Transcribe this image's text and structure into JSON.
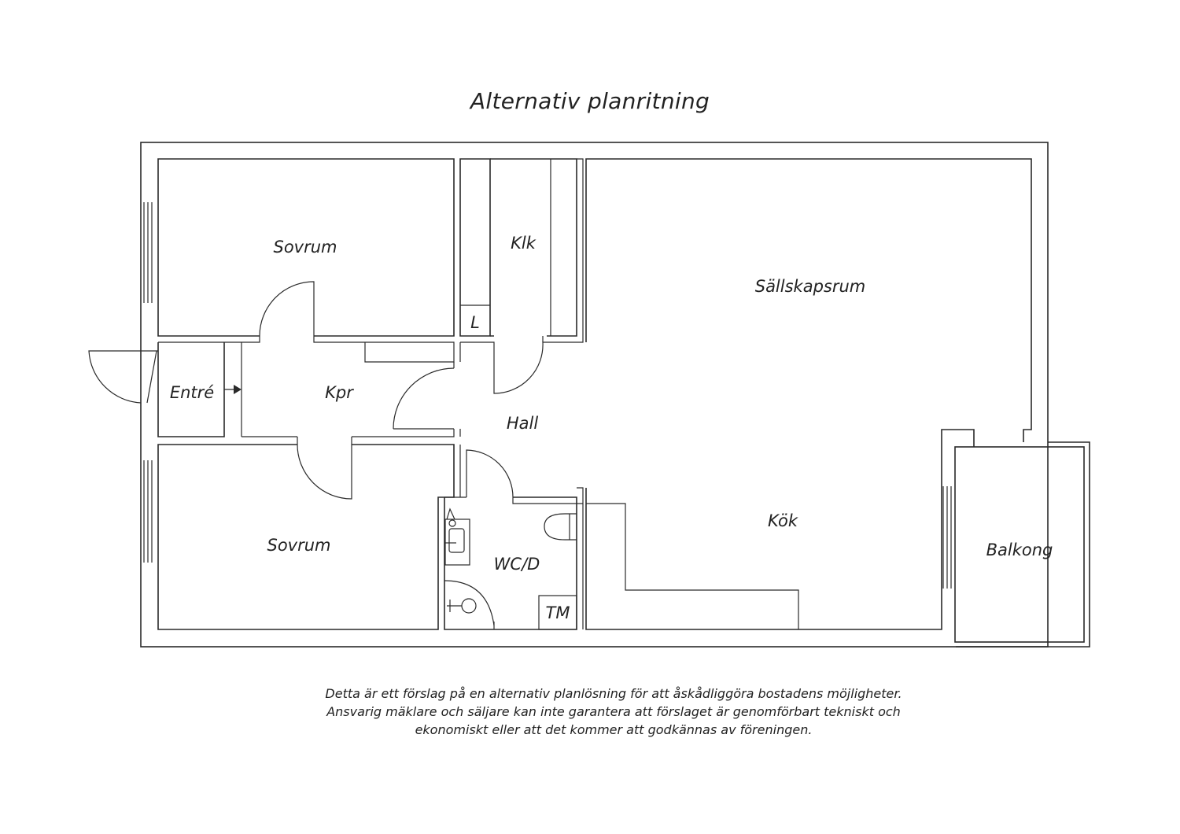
{
  "title": "Alternativ planritning",
  "rooms": {
    "sovrum_top": "Sovrum",
    "klk": "Klk",
    "l": "L",
    "sallskapsrum": "Sällskapsrum",
    "entre": "Entré",
    "kpr": "Kpr",
    "hall": "Hall",
    "sovrum_bottom": "Sovrum",
    "wc": "WC/D",
    "tm": "TM",
    "kok": "Kök",
    "balkong": "Balkong"
  },
  "disclaimer": {
    "line1": "Detta är ett förslag på en alternativ planlösning för att åskådliggöra bostadens möjligheter.",
    "line2": "Ansvarig mäklare och säljare kan inte garantera att förslaget är genomförbart tekniskt och",
    "line3": "ekonomiskt eller att det kommer att godkännas av föreningen."
  }
}
